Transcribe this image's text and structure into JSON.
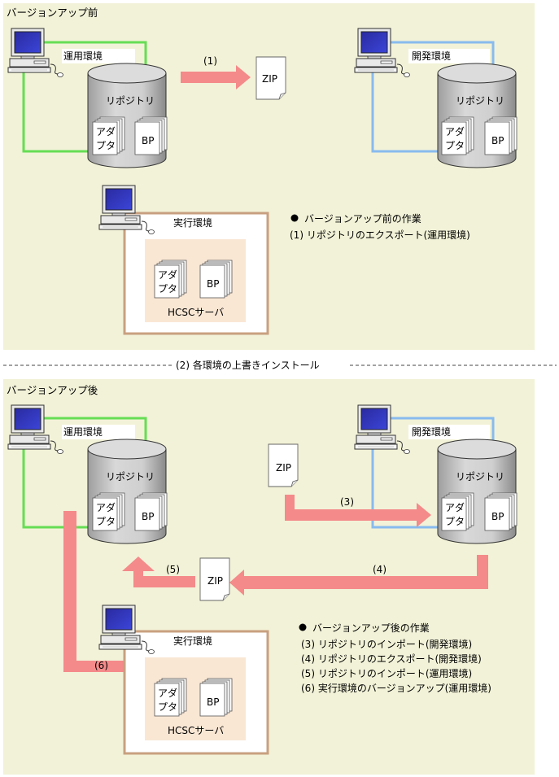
{
  "before": {
    "section_title": "バージョンアップ前",
    "ops_env": "運用環境",
    "dev_env": "開発環境",
    "exec_env": "実行環境",
    "repository": "リポジトリ",
    "adapter_line1": "アダ",
    "adapter_line2": "プタ",
    "bp": "BP",
    "server": "HCSCサーバ",
    "zip": "ZIP",
    "arrow1": "(1)",
    "notes_title": "バージョンアップ前の作業",
    "notes": [
      "(1) リポジトリのエクスポート(運用環境)"
    ]
  },
  "divider": "(2) 各環境の上書きインストール",
  "after": {
    "section_title": "バージョンアップ後",
    "ops_env": "運用環境",
    "dev_env": "開発環境",
    "exec_env": "実行環境",
    "repository": "リポジトリ",
    "adapter_line1": "アダ",
    "adapter_line2": "プタ",
    "bp": "BP",
    "server": "HCSCサーバ",
    "zip": "ZIP",
    "arrow3": "(3)",
    "arrow4": "(4)",
    "arrow5": "(5)",
    "arrow6": "(6)",
    "notes_title": "バージョンアップ後の作業",
    "notes": [
      "(3) リポジトリのインポート(開発環境)",
      "(4) リポジトリのエクスポート(開発環境)",
      "(5) リポジトリのインポート(運用環境)",
      "(6) 実行環境のバージョンアップ(運用環境)"
    ]
  },
  "colors": {
    "panel_bg": "#f2f2d8",
    "ops_border": "#66dd55",
    "dev_border": "#88bbee",
    "exec_border": "#c8a080",
    "server_bg": "#f9e7d4",
    "arrow": "#f48a8a",
    "repo_gray": "#c8c8c8"
  }
}
